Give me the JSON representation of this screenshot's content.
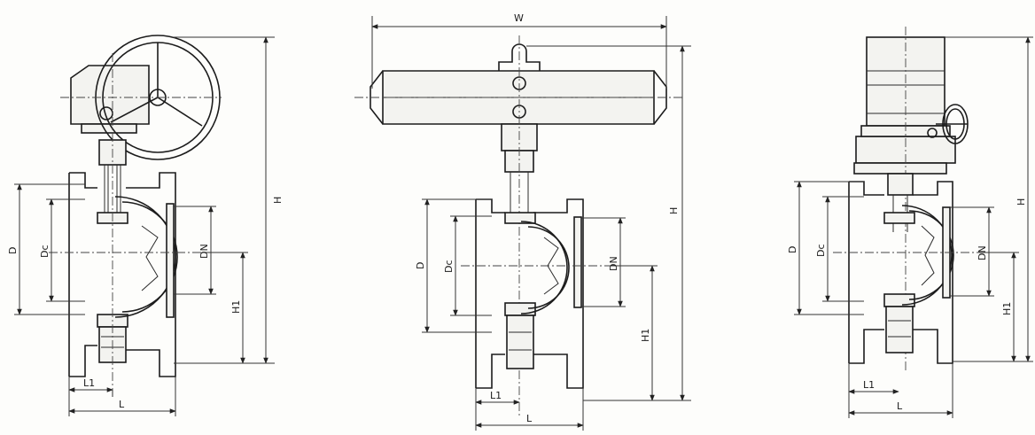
{
  "views": [
    {
      "id": "handwheel-gear-operated",
      "labels": {
        "H": "H",
        "D": "D",
        "Dc": "Dc",
        "DN": "DN",
        "H1": "H1",
        "L1": "L1",
        "L": "L"
      }
    },
    {
      "id": "pneumatic-actuated",
      "labels": {
        "W": "W",
        "H": "H",
        "D": "D",
        "Dc": "Dc",
        "DN": "DN",
        "H1": "H1",
        "L1": "L1",
        "L": "L"
      }
    },
    {
      "id": "electric-actuated",
      "labels": {
        "H": "H",
        "D": "D",
        "Dc": "Dc",
        "DN": "DN",
        "H1": "H1",
        "L1": "L1",
        "L": "L"
      }
    }
  ],
  "colors": {
    "line": "#1c1c1c",
    "background": "#fdfdfb"
  }
}
